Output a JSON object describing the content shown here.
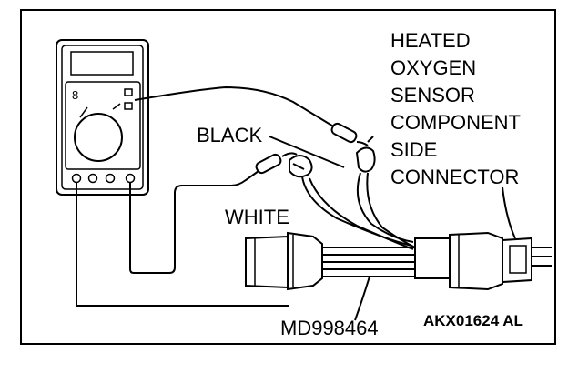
{
  "labels": {
    "heading_lines": [
      "HEATED",
      "OXYGEN",
      "SENSOR",
      "COMPONENT",
      "SIDE",
      "CONNECTOR"
    ],
    "black_lead": "BLACK",
    "white_lead": "WHITE",
    "tool_code": "MD998464",
    "figure_code": "AKX01624 AL"
  },
  "icons": {
    "meter": "multimeter-icon",
    "probe": "test-probe-icon",
    "connector": "harness-connector-icon"
  },
  "colors": {
    "ink": "#000000",
    "paper": "#ffffff"
  }
}
